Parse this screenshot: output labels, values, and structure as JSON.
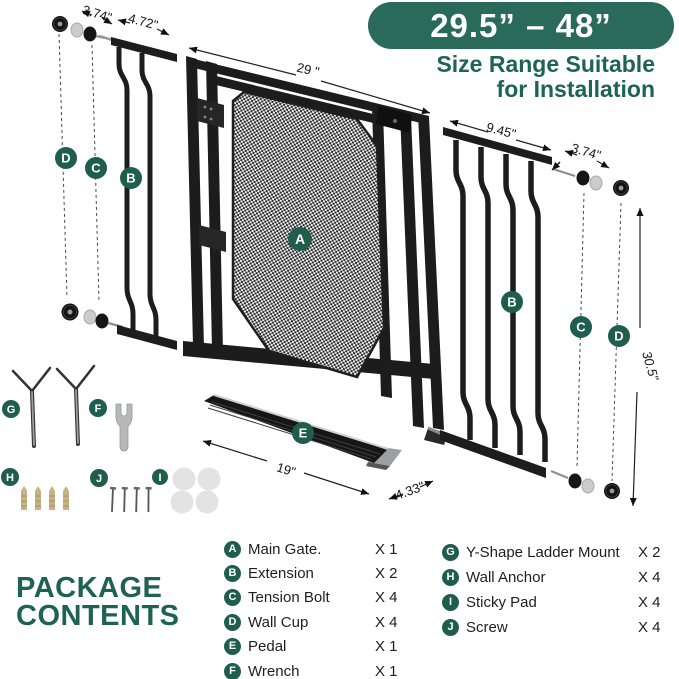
{
  "banner": {
    "size_range": "29.5” – 48”",
    "subtitle_line1": "Size Range Suitable",
    "subtitle_line2": "for Installation"
  },
  "diagram": {
    "dim_bolt_left": "3.74\"",
    "dim_ext_left": "4.72\"",
    "dim_gate_width": "29 \"",
    "dim_ext_right": "9.45\"",
    "dim_bolt_right": "3.74\"",
    "dim_gate_height": "30.5\"",
    "dim_pedal_length": "19\"",
    "dim_pedal_depth": "4.33\"",
    "markers": {
      "a": "A",
      "b_left": "B",
      "c_left": "C",
      "d_left": "D",
      "b_right": "B",
      "c_right": "C",
      "d_right": "D",
      "e": "E",
      "f": "F",
      "g": "G",
      "h": "H",
      "i": "I",
      "j": "J"
    }
  },
  "legend": {
    "heading_line1": "PACKAGE",
    "heading_line2": "CONTENTS",
    "items_left": [
      {
        "letter": "A",
        "label": "Main Gate.",
        "count": "X 1"
      },
      {
        "letter": "B",
        "label": "Extension",
        "count": "X 2"
      },
      {
        "letter": "C",
        "label": "Tension Bolt",
        "count": "X 4"
      },
      {
        "letter": "D",
        "label": "Wall Cup",
        "count": "X 4"
      },
      {
        "letter": "E",
        "label": "Pedal",
        "count": "X 1"
      },
      {
        "letter": "F",
        "label": "Wrench",
        "count": "X 1"
      }
    ],
    "items_right": [
      {
        "letter": "G",
        "label": "Y-Shape Ladder Mount",
        "count": "X 2"
      },
      {
        "letter": "H",
        "label": "Wall Anchor",
        "count": "X 4"
      },
      {
        "letter": "I",
        "label": "Sticky Pad",
        "count": "X 4"
      },
      {
        "letter": "J",
        "label": "Screw",
        "count": "X 4"
      }
    ]
  },
  "colors": {
    "brand_green": "#2a6a5b",
    "badge_green": "#1f5d4e",
    "heading_green": "#1e6351",
    "gate_black": "#1c1c1c",
    "anchor_tan": "#c9b184"
  }
}
